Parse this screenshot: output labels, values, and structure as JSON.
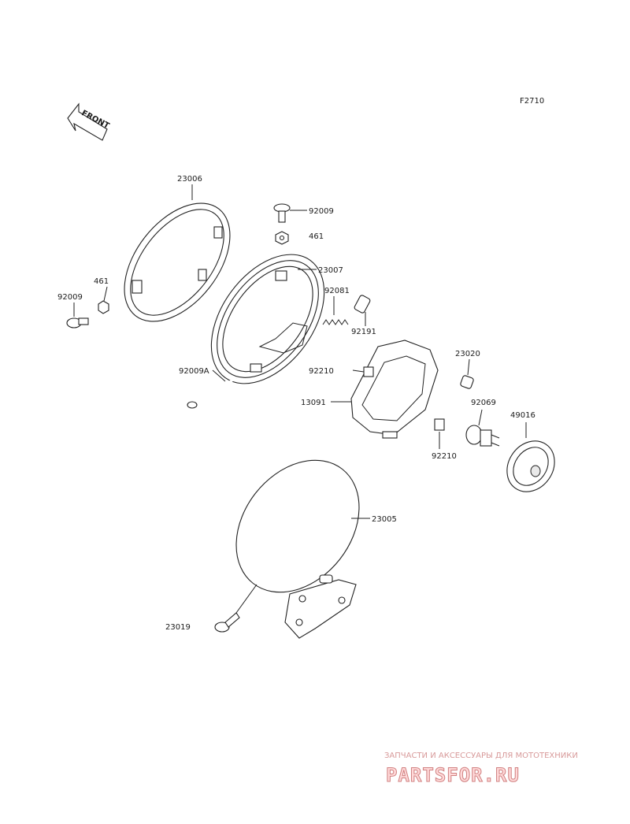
{
  "diagram": {
    "figure_code": "F2710",
    "front_arrow_text": "FRONT",
    "labels": [
      {
        "id": "23006",
        "text": "23006"
      },
      {
        "id": "92009-top",
        "text": "92009"
      },
      {
        "id": "461-top",
        "text": "461"
      },
      {
        "id": "23007",
        "text": "23007"
      },
      {
        "id": "461-left",
        "text": "461"
      },
      {
        "id": "92009-left",
        "text": "92009"
      },
      {
        "id": "92081",
        "text": "92081"
      },
      {
        "id": "92191",
        "text": "92191"
      },
      {
        "id": "23020",
        "text": "23020"
      },
      {
        "id": "92210-upper",
        "text": "92210"
      },
      {
        "id": "92009A",
        "text": "92009A"
      },
      {
        "id": "92069",
        "text": "92069"
      },
      {
        "id": "49016",
        "text": "49016"
      },
      {
        "id": "13091",
        "text": "13091"
      },
      {
        "id": "92210-lower",
        "text": "92210"
      },
      {
        "id": "23005",
        "text": "23005"
      },
      {
        "id": "23019",
        "text": "23019"
      }
    ]
  },
  "watermark": {
    "tagline": "ЗАПЧАСТИ И АКСЕССУАРЫ ДЛЯ МОТОТЕХНИКИ",
    "brand": "PARTSFOR.RU"
  }
}
